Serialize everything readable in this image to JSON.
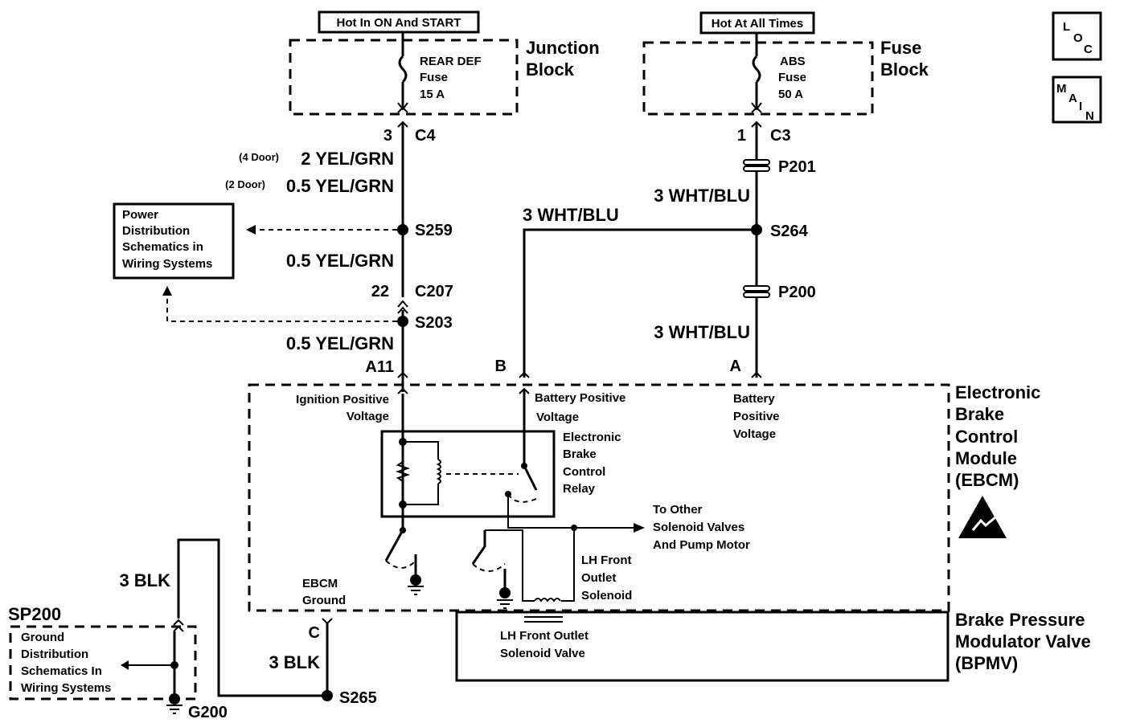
{
  "top_labels": {
    "hot_in_on_start": "Hot In ON And START",
    "hot_at_all_times": "Hot At All Times"
  },
  "icons": {
    "loc": [
      "L",
      "O",
      "C"
    ],
    "main": [
      "M",
      "A",
      "I",
      "N"
    ]
  },
  "junction_block": {
    "name_line1": "Junction",
    "name_line2": "Block",
    "fuse_line1": "REAR DEF",
    "fuse_line2": "Fuse",
    "fuse_line3": "15 A"
  },
  "fuse_block": {
    "name_line1": "Fuse",
    "name_line2": "Block",
    "fuse_line1": "ABS",
    "fuse_line2": "Fuse",
    "fuse_line3": "50 A"
  },
  "left_circuit": {
    "connector_pin": "3",
    "connector": "C4",
    "wire_4door_note": "(4 Door)",
    "wire_4door": "2 YEL/GRN",
    "wire_2door_note": "(2 Door)",
    "wire_2door": "0.5 YEL/GRN",
    "splice1": "S259",
    "wire_mid": "0.5 YEL/GRN",
    "c207_pin": "22",
    "c207": "C207",
    "splice2": "S203",
    "wire_low": "0.5 YEL/GRN",
    "ebcm_pin": "A11"
  },
  "power_ref": {
    "line1": "Power",
    "line2": "Distribution",
    "line3": "Schematics in",
    "line4": "Wiring Systems"
  },
  "right_circuit": {
    "connector_pin": "1",
    "connector": "C3",
    "p201": "P201",
    "wire_upper": "3 WHT/BLU",
    "splice": "S264",
    "p200": "P200",
    "wire_lower": "3 WHT/BLU",
    "pin_a": "A"
  },
  "middle_circuit": {
    "wire": "3 WHT/BLU",
    "pin_b": "B"
  },
  "ebcm": {
    "ignition_line1": "Ignition Positive",
    "ignition_line2": "Voltage",
    "battery_b_line1": "Battery Positive",
    "battery_b_line2": "Voltage",
    "battery_a_line1": "Battery",
    "battery_a_line2": "Positive",
    "battery_a_line3": "Voltage",
    "relay_line1": "Electronic",
    "relay_line2": "Brake",
    "relay_line3": "Control",
    "relay_line4": "Relay",
    "other_line1": "To Other",
    "other_line2": "Solenoid Valves",
    "other_line3": "And Pump Motor",
    "solenoid_line1": "LH Front",
    "solenoid_line2": "Outlet",
    "solenoid_line3": "Solenoid",
    "ground_line1": "EBCM",
    "ground_line2": "Ground",
    "title_line1": "Electronic",
    "title_line2": "Brake",
    "title_line3": "Control",
    "title_line4": "Module",
    "title_line5": "(EBCM)"
  },
  "bpmv": {
    "valve_line1": "LH Front Outlet",
    "valve_line2": "Solenoid Valve",
    "title_line1": "Brake Pressure",
    "title_line2": "Modulator Valve",
    "title_line3": "(BPMV)"
  },
  "ground_circuit": {
    "pin_c": "C",
    "wire_c": "3 BLK",
    "wire_left": "3 BLK",
    "splice": "S265",
    "sp200": "SP200",
    "ground": "G200"
  },
  "ground_ref": {
    "line1": "Ground",
    "line2": "Distribution",
    "line3": "Schematics In",
    "line4": "Wiring Systems"
  }
}
